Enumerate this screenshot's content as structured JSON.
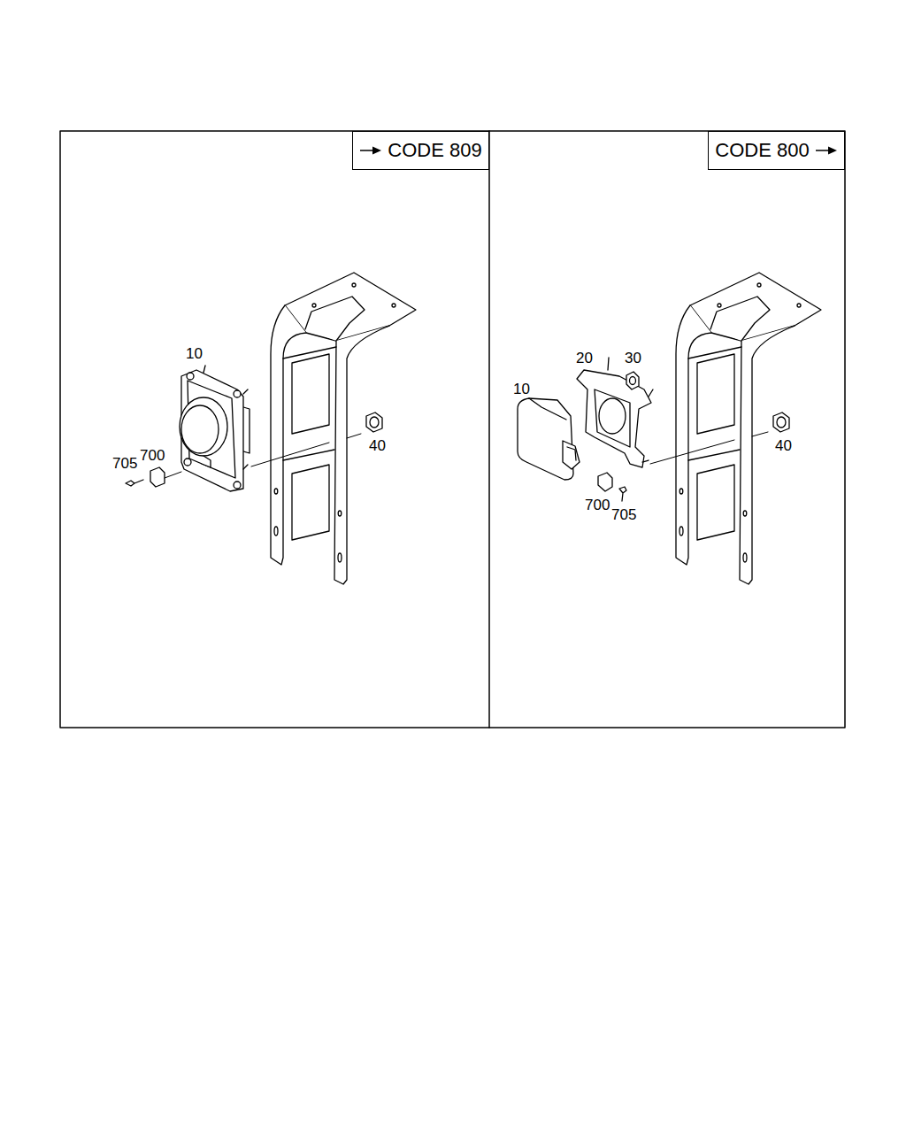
{
  "diagram": {
    "nodes": [
      {
        "text": [
          "CODE 809"
        ]
      },
      {
        "text": [
          "CODE 800"
        ]
      }
    ],
    "labels": [
      "10",
      "705",
      "700",
      "40",
      "20",
      "30",
      "10",
      "40",
      "700",
      "705"
    ]
  }
}
